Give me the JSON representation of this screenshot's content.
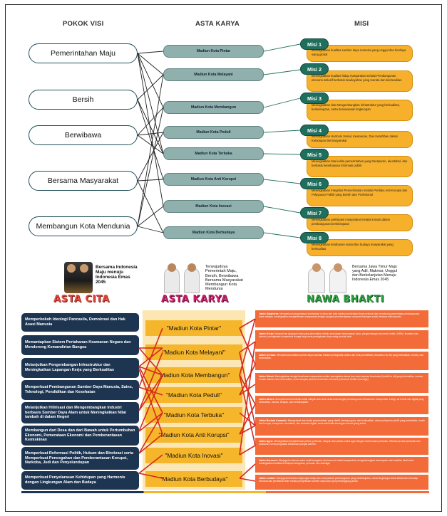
{
  "top": {
    "headers": {
      "pokok_visi": "POKOK VISI",
      "asta_karya": "ASTA KARYA",
      "misi": "MISI"
    },
    "pokok_visi": [
      "Pemerintahan Maju",
      "Bersih",
      "Berwibawa",
      "Bersama Masyarakat",
      "Membangun Kota Mendunia"
    ],
    "asta_karya": [
      "Madiun Kota Pintar",
      "Madiun Kota Melayani",
      "Madiun Kota Membangun",
      "Madiun Kota Peduli",
      "Madiun Kota Terbuka",
      "Madiun Kota Anti Korupsi",
      "Madiun Kota Inovasi",
      "Madiun Kota Berbudaya"
    ],
    "misi": [
      {
        "tag": "Misi 1",
        "text": "Meningkatkan kualitas sumber daya manusia yang unggul dan berdaya saing global"
      },
      {
        "tag": "Misi 2",
        "text": "Meningkatkan kualitas hidup masyarakat melalui Pembangunan ekonomi inklusif berbasis kewilayahan yang merata dan berkeadilan"
      },
      {
        "tag": "Misi 3",
        "text": "Meningkatkan dan Mengembangkan infrastruktur yang berkualitas, berkelanjutan, serta berwawasan lingkungan"
      },
      {
        "tag": "Misi 4",
        "text": "Meningkatkan Harmoni Sosial, Keamanan, Dan Ketertiban dalam Kehidupan Bermasyarakat"
      },
      {
        "tag": "Misi 5",
        "text": "Meningkatkan tata kelola pemerintahan yang transparan, akuntabel, dan berbasis keterbukaan informasi publik"
      },
      {
        "tag": "Misi 6",
        "text": "Meningkatkan Integritas Pemerintahan melalui Perilaku Anti-Korupsi dan Pelayanan Publik yang Bersih dan Profesional"
      },
      {
        "tag": "Misi 7",
        "text": "Meningkatkan partisipasi masyarakat melalui inovasi dalam pembangunan berkelanjutan"
      },
      {
        "tag": "Misi 8",
        "text": "Meningkatkan ketahanan sosial dan budaya masyarakat yang berkualitas"
      }
    ]
  },
  "bottom": {
    "asta_cita": {
      "title": "ASTA CITA",
      "banner": "Bersama Indonesia Maju menuju Indonesia Emas 2045",
      "items": [
        "Memperkokoh Ideologi Pancasila, Demokrasi dan Hak Asasi Manusia",
        "Memantapkan Sistem Pertahanan Keamanan Negara dan Mendorong Kemandirian Bangsa",
        "Melanjutkan Pengembangan Infrastruktur dan Meningkatkan Lapangan Kerja yang Berkualitas",
        "Memperkuat Pembangunan Sumber Daya Manusia, Sains, Teknologi, Pendidikan dan Kesehatan",
        "Melanjutkan Hilirisasi dan Mengembangkan Industri berbasis Sumber Daya Alam untuk Meningkatkan Nilai tambah di dalam Negeri",
        "Membangun dari Desa dan dari Bawah untuk Pertumbuhan Ekonomi, Pemerataan Ekonomi dan Pemberantasan Kemiskinan",
        "Memperkuat Reformasi Politik, Hukum dan Birokrasi serta Memperkuat Pencegahan dan Pemberantasan Korupsi, Narkoba, Judi dan Penyelundupan",
        "Memperkuat Penyelarasan Kehidupan yang Harmonis dengan Lingkungan Alam dan Budaya"
      ]
    },
    "asta_karya": {
      "title": "ASTA KARYA",
      "banner": "Terwujudnya Pemerintah Maju, Bersih, Berwibawa Bersama Masyarakat Membangun Kota Mendunia",
      "items": [
        "\"Madiun Kota Pintar\"",
        "\"Madiun Kota Melayani\"",
        "\"Madiun Kota Membangun\"",
        "\"Madiun Kota Peduli\"",
        "\"Madiun Kota Terbuka\"",
        "\"Madiun Kota Anti Korupsi\"",
        "\"Madiun Kota Inovasi\"",
        "\"Madiun Kota Berbudaya\""
      ]
    },
    "nawa_bhakti": {
      "title": "NAWA BHAKTI",
      "banner": "Bersama Jawa Timur Maju yang Adil, Makmur, Unggul dan Berkelanjutan Menuju Indonesia Emas 2045",
      "items": [
        {
          "name": "Jatim Sejahtera:",
          "text": "Memperkuat pengentasan kemiskinan di desa dan kota melalui pendekatan lintas sektoral dan mendorong pemerataan pembangunan antar wilayah; meningkatkan kesejahteraan masyarakat dengan program pemberdayaan serta perlindungan sosial berbasis data terpadu."
        },
        {
          "name": "Jatim Kerja:",
          "text": "Memperluas lapangan kerja yang berkualitas melalui penciptaan kesempatan kerja, pengembangan ekonomi kreatif, UMKM, investasi dan industri, peningkatan kompetensi tenaga kerja serta peningkatan daya saing produk lokal."
        },
        {
          "name": "Jatim Cerdas:",
          "text": "Memperkuat kualitas sumber daya manusia melalui peningkatan akses dan mutu pendidikan (education for all) yang berkualitas, merata, dan berkeadilan."
        },
        {
          "name": "Jatim Sehat:",
          "text": "Meningkatkan derajat kesehatan masyarakat melalui peningkatan akses dan mutu layanan kesehatan (health for all) yang berkualitas, merata, mudah diakses dan berkeadilan, serta cakupan jaminan kesehatan semesta (Universal Health Coverage)."
        },
        {
          "name": "Jatim Akses:",
          "text": "Memperkuat konektivitas antar wilayah dan antar desa-kota dengan pembangunan infrastruktur transportasi, energi, air bersih dan digital yang berkualitas, merata, terpadu, dan berkelanjutan."
        },
        {
          "name": "Jatim Berkah Amanah:",
          "text": "Memperkuat tata kelola pemerintahan yang efektif, berdaya guna, dan berkeadilan, akses pelayanan publik yang berkualitas, bersih dari korupsi, transparan, akuntabel, dan berbasis digital, serta tata kelola keuangan daerah yang sehat."
        },
        {
          "name": "Jatim Agro:",
          "text": "Meningkatkan kesejahteraan petani, peternak, nelayan dan pelaku usaha agro dengan modernisasi pertanian, hilirisasi produk pertanian dan perikanan, serta penguatan ketahanan pangan daerah."
        },
        {
          "name": "Jatim Harmoni:",
          "text": "Menjaga kerukunan antar umat beragama dan harmoni sosial masyarakat, mengembangkan kebudayaan dan kearifan lokal serta meningkatkan kualitas kehidupan beragama, pemuda, dan olahraga."
        },
        {
          "name": "Jatim Lestari:",
          "text": "Menjaga kelestarian lingkungan hidup dan memperkuat pembangunan yang berkelanjutan, ramah lingkungan serta ketahanan terhadap bencana dan perubahan iklim melalui pengelolaan sumber daya alam yang bertanggung jawab."
        }
      ]
    }
  },
  "colors": {
    "teal": "#1f6f5e",
    "asta_pill": "#8fb0ad",
    "misi_orange": "#f6b02b",
    "cita_navy": "#1e3552",
    "nawa_orange": "#f26b38",
    "link_red": "#d42a1c"
  }
}
